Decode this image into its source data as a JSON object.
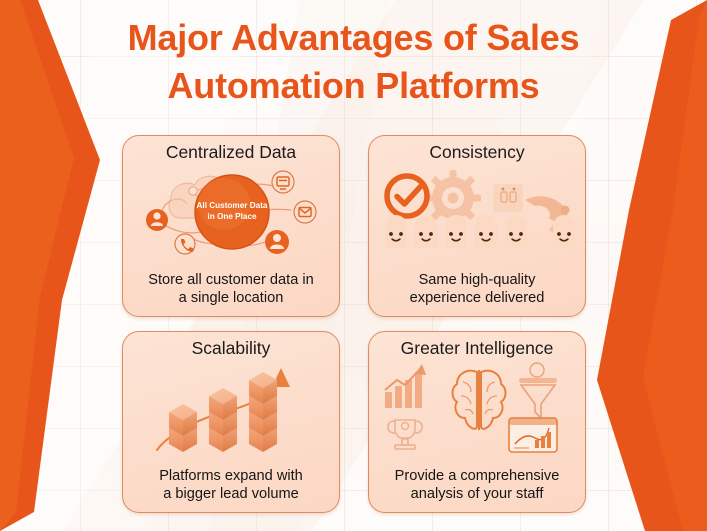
{
  "header": {
    "title_line1": "Major Advantages of Sales",
    "title_line2": "Automation Platforms",
    "title_color": "#E8551A"
  },
  "theme": {
    "accent_orange": "#E8551A",
    "card_bg": "#FCE0CE",
    "card_border": "#E08A5E",
    "page_bg": "#FBF5F1",
    "text_dark": "#1B1B1B"
  },
  "cards": [
    {
      "title": "Centralized Data",
      "desc_line1": "Store all customer data in",
      "desc_line2": "a single location",
      "art": "centralized-data-hub",
      "hub_label_line1": "All Customer Data",
      "hub_label_line2": "in One Place",
      "icons": [
        "cloud-network-icon",
        "person-icon",
        "phone-icon",
        "monitor-icon",
        "mail-icon",
        "person-icon"
      ]
    },
    {
      "title": "Consistency",
      "desc_line1": "Same high-quality",
      "desc_line2": "experience delivered",
      "art": "consistency-assembly",
      "icons": [
        "check-circle-icon",
        "gear-icon",
        "smiley-box-icon",
        "robot-arm-icon"
      ],
      "smiley_count": 6
    },
    {
      "title": "Scalability",
      "desc_line1": "Platforms expand with",
      "desc_line2": "a bigger lead volume",
      "art": "scalability-cubes",
      "icons": [
        "cube-stack-icon",
        "growth-arrow-icon"
      ],
      "stack_heights": [
        2,
        3,
        4
      ]
    },
    {
      "title": "Greater Intelligence",
      "desc_line1": "Provide a comprehensive",
      "desc_line2": "analysis of your staff",
      "art": "intelligence-brain",
      "icons": [
        "bar-chart-icon",
        "trophy-icon",
        "brain-icon",
        "funnel-icon",
        "dashboard-window-icon"
      ]
    }
  ]
}
